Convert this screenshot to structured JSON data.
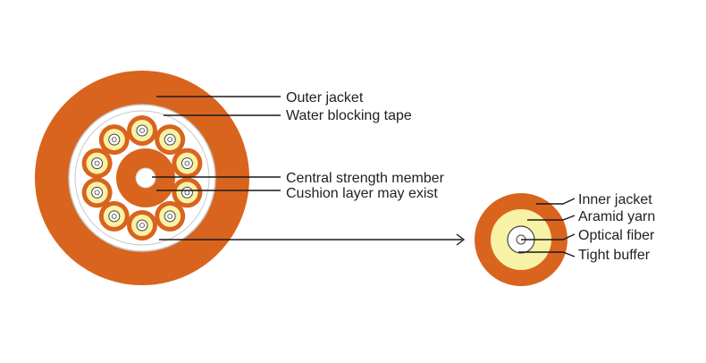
{
  "colors": {
    "jacket": "#d9641e",
    "tape": "#ffffff",
    "buffer": "#f8f2a6",
    "fiber": "#ffffff",
    "line": "#1a1a1a",
    "text": "#222222"
  },
  "main_cable": {
    "labels": {
      "outer_jacket": "Outer jacket",
      "water_blocking_tape": "Water blocking tape",
      "central_strength_member": "Central strength member",
      "cushion_layer": "Cushion layer may exist"
    },
    "sub_unit_count": 10
  },
  "sub_unit": {
    "labels": {
      "inner_jacket": "Inner jacket",
      "aramid_yarn": "Aramid yarn",
      "optical_fiber": "Optical fiber",
      "tight_buffer": "Tight buffer"
    }
  }
}
